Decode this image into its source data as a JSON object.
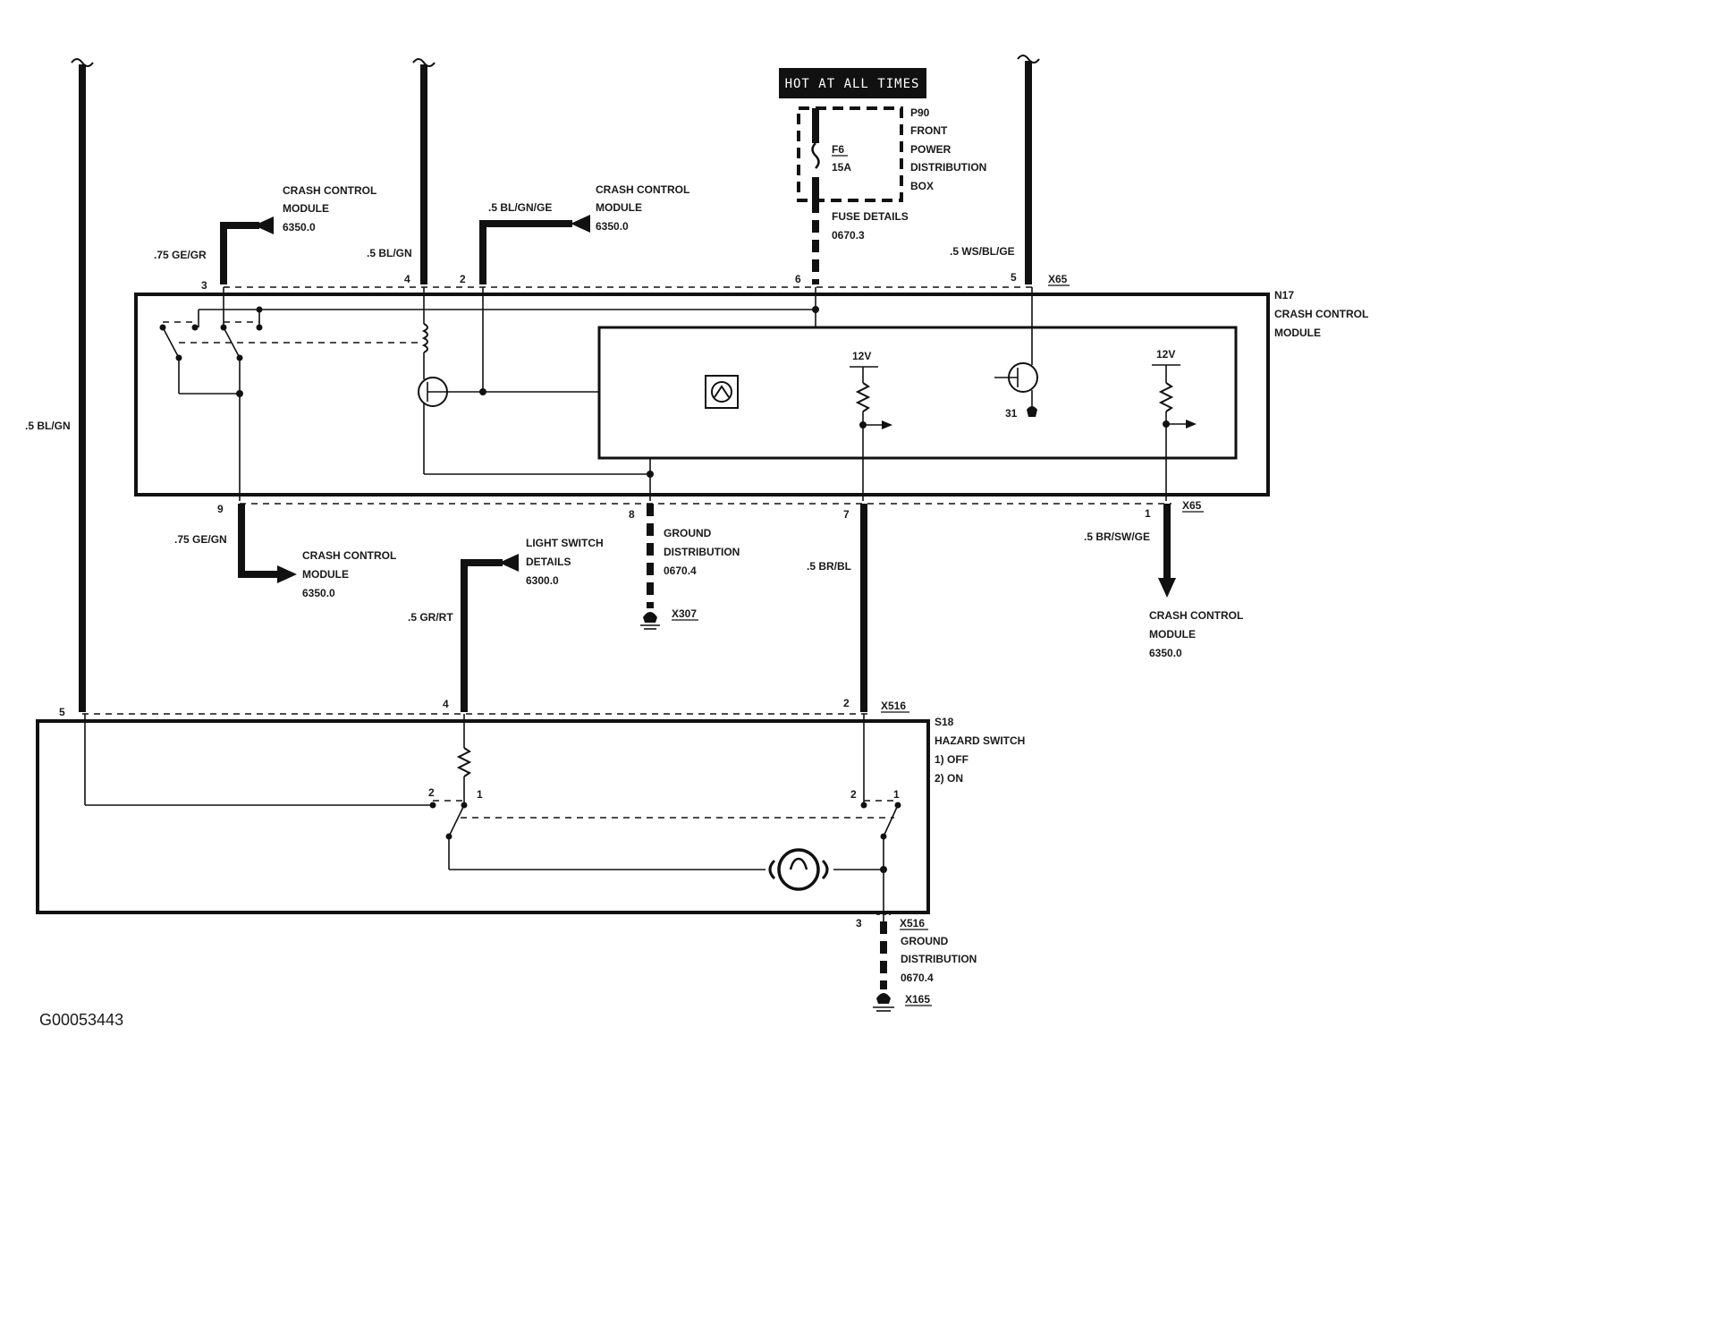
{
  "hot_label": "HOT AT ALL TIMES",
  "fuse_box": {
    "name_lines": [
      "P90",
      "FRONT",
      "POWER",
      "DISTRIBUTION",
      "BOX"
    ],
    "fuse": "F6",
    "rating": "15A",
    "details": [
      "FUSE DETAILS",
      "0670.3"
    ]
  },
  "module_n17": {
    "lines": [
      "N17",
      "CRASH CONTROL",
      "MODULE"
    ],
    "connector": "X65"
  },
  "switch_s18": {
    "lines": [
      "S18",
      "HAZARD SWITCH",
      "1)  OFF",
      "2)  ON"
    ],
    "connector": "X516"
  },
  "wires": {
    "left_main": ".5 BL/GN",
    "pin3": ".75 GE/GR",
    "pin4": ".5 BL/GN",
    "pin2": ".5 BL/GN/GE",
    "pin5": ".5 WS/BL/GE",
    "pin9": ".75 GE/GN",
    "pin7": ".5 BR/BL",
    "pin1": ".5 BR/SW/GE",
    "s18_pin4": ".5 GR/RT"
  },
  "pins": {
    "n17_top": [
      "3",
      "4",
      "2",
      "6",
      "5"
    ],
    "n17_bottom": [
      "9",
      "8",
      "7",
      "1"
    ],
    "s18_top": [
      "5",
      "4",
      "2"
    ],
    "s18_bottom": "3",
    "switch_a": [
      "2",
      "1"
    ],
    "switch_b": [
      "2",
      "1"
    ],
    "ground_31": "31"
  },
  "refs": {
    "crash_a": [
      "CRASH CONTROL",
      "MODULE",
      "6350.0"
    ],
    "crash_b": [
      "CRASH CONTROL",
      "MODULE",
      "6350.0"
    ],
    "crash_c": [
      "CRASH CONTROL",
      "MODULE",
      "6350.0"
    ],
    "crash_d": [
      "CRASH CONTROL",
      "MODULE",
      "6350.0"
    ],
    "light_switch": [
      "LIGHT SWITCH",
      "DETAILS",
      "6300.0"
    ],
    "ground_a": [
      "GROUND",
      "DISTRIBUTION",
      "0670.4"
    ],
    "ground_b": [
      "GROUND",
      "DISTRIBUTION",
      "0670.4"
    ]
  },
  "grounds": {
    "g1": "X307",
    "g2": "X165"
  },
  "voltages": [
    "12V",
    "12V"
  ],
  "figure_id": "G00053443"
}
